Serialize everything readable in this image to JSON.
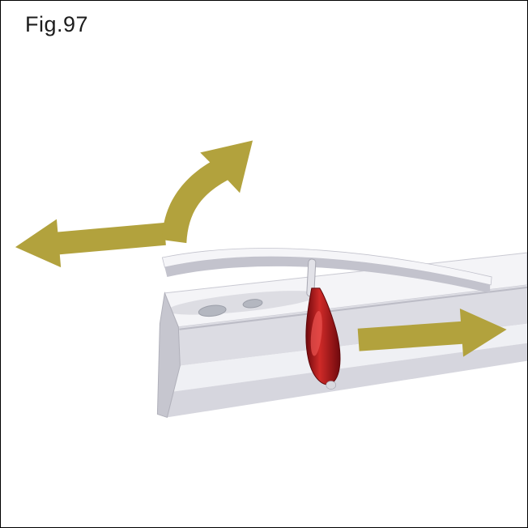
{
  "figure": {
    "label": "Fig.97"
  },
  "illustration": {
    "parts": {
      "rail": "mounting-rail",
      "cover_strip": "cover-strip",
      "pin": "locking-pin",
      "knob": "red-locking-knob"
    },
    "arrows": [
      {
        "name": "lift-curved-arrow",
        "direction": "up-right"
      },
      {
        "name": "slide-left-arrow",
        "direction": "left"
      },
      {
        "name": "slide-right-arrow",
        "direction": "right"
      }
    ]
  },
  "colors": {
    "arrow": "#b2a23d",
    "knob_dark": "#6f090d",
    "knob_light": "#cf2a28",
    "knob_highlight": "#e8504d",
    "rail_top": "#f4f4f7",
    "rail_front": "#dcdce3",
    "rail_flange_top": "#eff0f4",
    "rail_flange_bottom": "#d6d6de",
    "rail_end": "#c6c6cf",
    "strip_top": "#f5f5f8",
    "strip_under": "#c3c3cd",
    "pin": "#e2e2e8",
    "slot": "#b4b7c0"
  }
}
